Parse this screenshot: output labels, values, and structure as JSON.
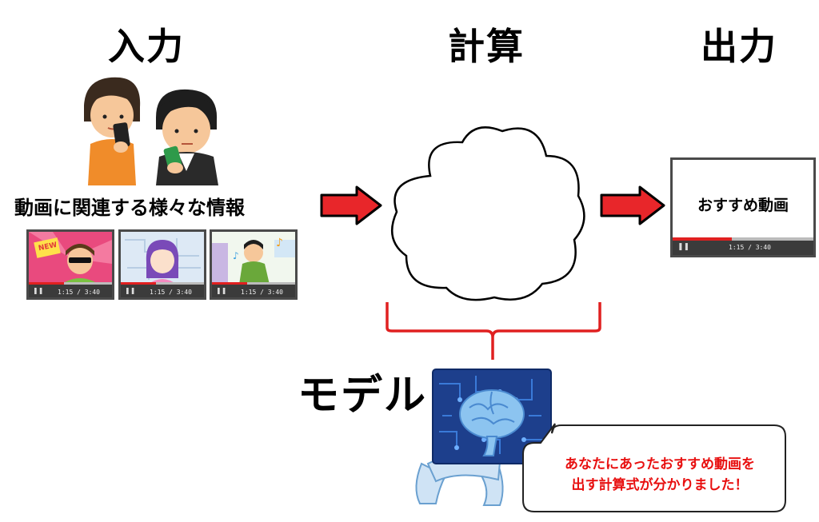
{
  "headings": {
    "input": "入力",
    "compute": "計算",
    "output": "出力"
  },
  "input_label": "動画に関連する様々な情報",
  "thumbnails": [
    {
      "badge": "NEW",
      "time": "1:15 / 3:40"
    },
    {
      "time": "1:15 / 3:40"
    },
    {
      "time": "1:15 / 3:40"
    }
  ],
  "output_card": {
    "label": "おすすめ動画",
    "time": "1:15 / 3:40"
  },
  "model_label": "モデル",
  "speech_bubble": {
    "line1": "あなたにあったおすすめ動画を",
    "line2": "出す計算式が分かりました！"
  },
  "colors": {
    "arrow": "#e8262a",
    "bracket": "#e02020",
    "bubble_text": "#e81010",
    "chip": "#1d3f8c"
  }
}
